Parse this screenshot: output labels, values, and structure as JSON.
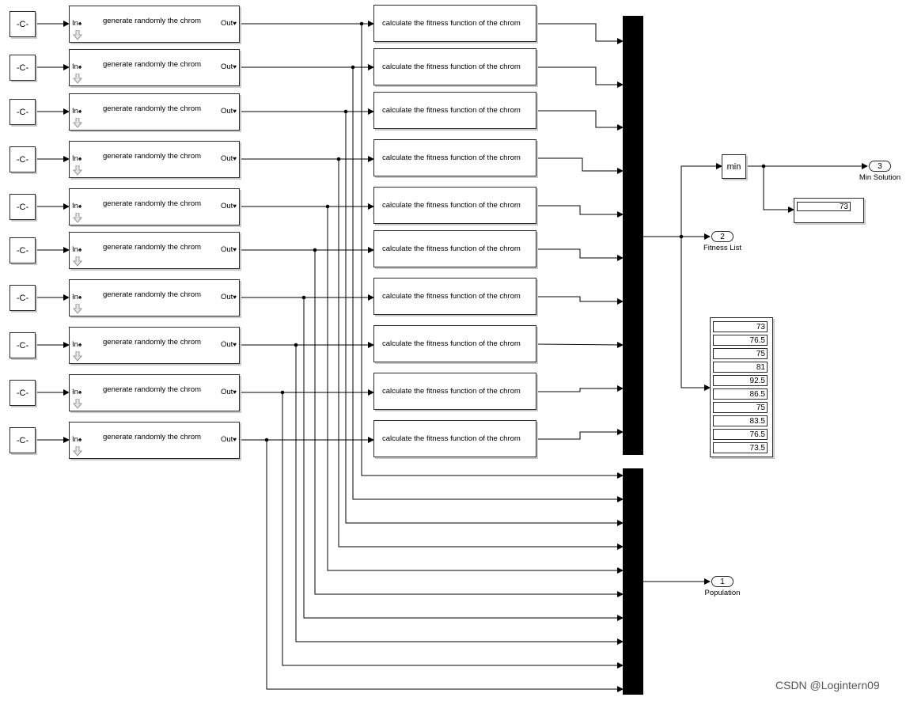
{
  "constant_label": "-C-",
  "generator": {
    "in_label": "In",
    "out_label": "Out",
    "title": "generate randomly the chrom"
  },
  "fitness_title": "calculate the fitness function of the chrom",
  "min_block_label": "min",
  "outports": {
    "min_solution": {
      "number": "3",
      "name": "Min Solution"
    },
    "fitness_list": {
      "number": "2",
      "name": "Fitness List"
    },
    "population": {
      "number": "1",
      "name": "Population"
    }
  },
  "display_min": {
    "value": "73"
  },
  "display_fitness": {
    "values": [
      "73",
      "76.5",
      "75",
      "81",
      "92.5",
      "86.5",
      "75",
      "83.5",
      "76.5",
      "73.5"
    ]
  },
  "watermark": "CSDN @Logintern09"
}
